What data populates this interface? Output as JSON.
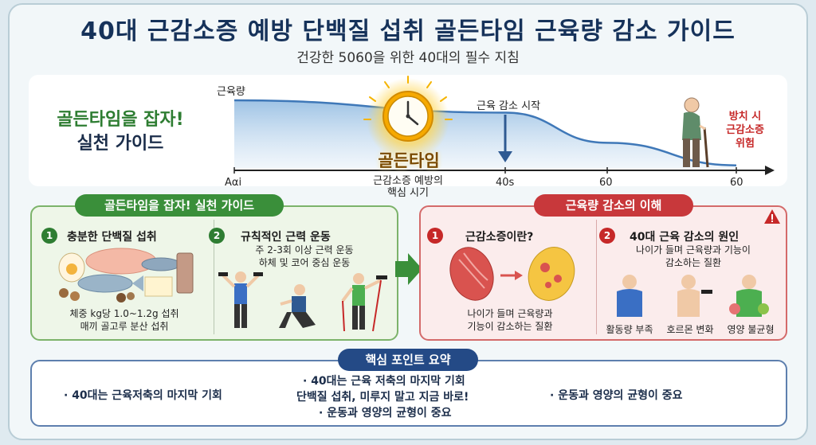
{
  "title": "40대 근감소증 예방 단백질 섭취 골든타임 근육량 감소 가이드",
  "subtitle": "건강한 5060을 위한 40대의 필수 지침",
  "timeline": {
    "side_title_1": "골든타임을 잡자!",
    "side_title_2": "실천 가이드",
    "y_label": "근육량",
    "golden_label": "골든타임",
    "golden_caption": "근감소증 예방의\n핵심 시기",
    "decline_label": "근육 감소 시작",
    "warning": "방치 시\n근감소증\n위험",
    "x_ticks": [
      "Aαi",
      "40s",
      "60",
      "60"
    ]
  },
  "chart_data": {
    "type": "line",
    "x": [
      "Aαi",
      "40s",
      "60",
      "60"
    ],
    "series": [
      {
        "values": [
          1.0,
          0.82,
          0.38,
          0.05
        ]
      }
    ],
    "title": "",
    "xlabel": "",
    "ylabel": "근육량",
    "annotations": [
      "골든타임",
      "근육 감소 시작",
      "방치 시 근감소증 위험"
    ],
    "grid": false
  },
  "guide": {
    "header": "골든타임을 잡자! 실천 가이드",
    "item1": {
      "num": "1",
      "title": "충분한 단백질 섭취",
      "desc": "체중 kg당 1.0~1.2g 섭취\n매끼 골고루 분산 섭취"
    },
    "item2": {
      "num": "2",
      "title": "규칙적인 근력 운동",
      "desc": "주 2-3회 이상 근력 운동\n하체 및 코어 중심 운동"
    }
  },
  "understanding": {
    "header": "근육량 감소의 이해",
    "item1": {
      "num": "1",
      "title": "근감소증이란?",
      "desc": "나이가 들며 근육량과\n기능이 감소하는 질환"
    },
    "item2": {
      "num": "2",
      "title": "40대 근육 감소의 원인",
      "desc": "나이가 들며 근육량과 기능이\n감소하는 질환",
      "causes": [
        "활동량 부족",
        "호르몬 변화",
        "영양 불균형"
      ]
    }
  },
  "summary": {
    "header": "핵심 포인트 요약",
    "left": "· 40대는 근육저축의 마지막 기회",
    "center": [
      "· 40대는 근육 저축의 마지막 기회",
      "단백질 섭취, 미루지 말고 지금 바로!",
      "· 운동과 영양의 균형이 중요"
    ],
    "right": "· 운동과 영양의 균형이 중요"
  },
  "colors": {
    "title": "#16325a",
    "green": "#3a8f3a",
    "red": "#c8383b",
    "blue": "#244a86",
    "curve": "#3f78b8"
  }
}
